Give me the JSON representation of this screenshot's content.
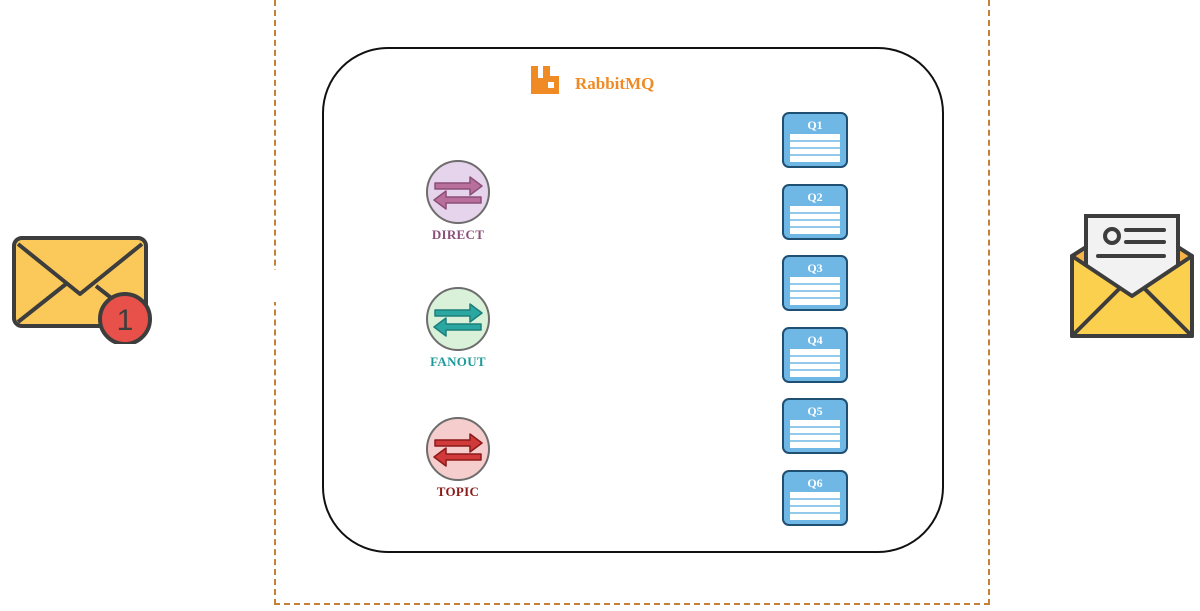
{
  "broker": {
    "title": "RabbitMQ",
    "accent": "#f08a24"
  },
  "exchanges": [
    {
      "label": "DIRECT",
      "color": "#8b4f78",
      "fill": "#e6d4ec",
      "arrow": "#b86f9c"
    },
    {
      "label": "FANOUT",
      "color": "#1e9a9a",
      "fill": "#d9f0d9",
      "arrow": "#2aa7a0"
    },
    {
      "label": "TOPIC",
      "color": "#8b1a1a",
      "fill": "#f6cdcd",
      "arrow": "#d03a3a"
    }
  ],
  "queues": [
    "Q1",
    "Q2",
    "Q3",
    "Q4",
    "Q5",
    "Q6"
  ],
  "icons": {
    "producer": "envelope-notification-icon",
    "producer_badge": "1",
    "consumer": "open-envelope-letter-icon"
  },
  "colors": {
    "frame": "#c5803a",
    "queue": "#6fb8e6"
  }
}
